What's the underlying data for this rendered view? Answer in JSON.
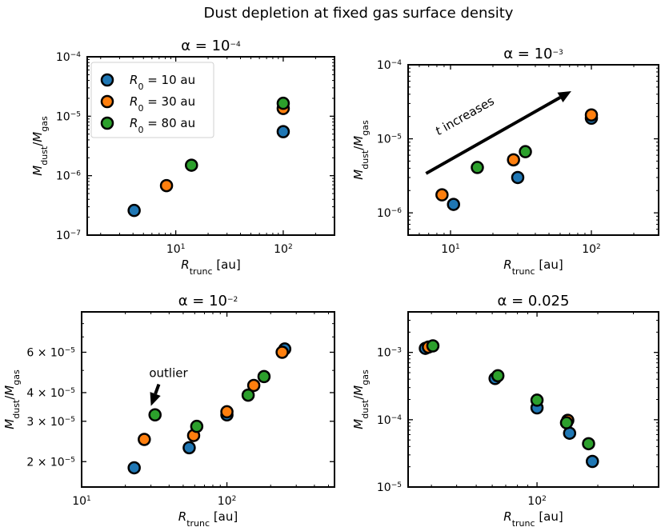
{
  "suptitle": "Dust depletion at fixed gas surface density",
  "legend": {
    "entries": [
      {
        "base": "R",
        "sub": "0",
        "rest": " = 10 au",
        "color": "#1f77b4"
      },
      {
        "base": "R",
        "sub": "0",
        "rest": " = 30 au",
        "color": "#ff7f0e"
      },
      {
        "base": "R",
        "sub": "0",
        "rest": " = 80 au",
        "color": "#2ca02c"
      }
    ]
  },
  "colors": {
    "blue": "#1f77b4",
    "orange": "#ff7f0e",
    "green": "#2ca02c"
  },
  "chart_data": [
    {
      "type": "scatter",
      "title": {
        "main": "α = 10",
        "sup": "−4"
      },
      "xlabel": {
        "base": "R",
        "sub": "trunc",
        "rest": " [au]"
      },
      "ylabel": {
        "base": "M",
        "sub": "dust",
        "mid": "/M",
        "sub2": "gas"
      },
      "xscale": "log",
      "yscale": "log",
      "xlim": [
        1.5,
        300
      ],
      "ylim": [
        1e-07,
        0.0001
      ],
      "xticks": [
        {
          "v": 10,
          "b": "10",
          "e": "1"
        },
        {
          "v": 100,
          "b": "10",
          "e": "2"
        }
      ],
      "yticks": [
        {
          "v": 1e-07,
          "b": "10",
          "e": "−7"
        },
        {
          "v": 1e-06,
          "b": "10",
          "e": "−6"
        },
        {
          "v": 1e-05,
          "b": "10",
          "e": "−5"
        },
        {
          "v": 0.0001,
          "b": "10",
          "e": "−4"
        }
      ],
      "legend_position": "upper-left",
      "series": [
        {
          "name": "R0 = 10 au",
          "color": "#1f77b4",
          "points": [
            [
              4.1,
              2.6e-07
            ],
            [
              100,
              5.5e-06
            ]
          ]
        },
        {
          "name": "R0 = 30 au",
          "color": "#ff7f0e",
          "points": [
            [
              8.2,
              6.8e-07
            ],
            [
              100,
              1.35e-05
            ]
          ]
        },
        {
          "name": "R0 = 80 au",
          "color": "#2ca02c",
          "points": [
            [
              14,
              1.5e-06
            ],
            [
              100,
              1.65e-05
            ]
          ]
        }
      ],
      "annotations": []
    },
    {
      "type": "scatter",
      "title": {
        "main": "α = 10",
        "sup": "−3"
      },
      "xlabel": {
        "base": "R",
        "sub": "trunc",
        "rest": " [au]"
      },
      "ylabel": {
        "base": "M",
        "sub": "dust",
        "mid": "/M",
        "sub2": "gas"
      },
      "xscale": "log",
      "yscale": "log",
      "xlim": [
        5,
        300
      ],
      "ylim": [
        5e-07,
        0.0001
      ],
      "xticks": [
        {
          "v": 10,
          "b": "10",
          "e": "1"
        },
        {
          "v": 100,
          "b": "10",
          "e": "2"
        }
      ],
      "yticks": [
        {
          "v": 1e-06,
          "b": "10",
          "e": "−6"
        },
        {
          "v": 1e-05,
          "b": "10",
          "e": "−5"
        },
        {
          "v": 0.0001,
          "b": "10",
          "e": "−4"
        }
      ],
      "series": [
        {
          "name": "R0 = 10 au",
          "color": "#1f77b4",
          "points": [
            [
              10.5,
              1.3e-06
            ],
            [
              30,
              3e-06
            ],
            [
              100,
              1.9e-05
            ]
          ]
        },
        {
          "name": "R0 = 30 au",
          "color": "#ff7f0e",
          "points": [
            [
              8.7,
              1.75e-06
            ],
            [
              28,
              5.2e-06
            ],
            [
              100,
              2.1e-05
            ]
          ]
        },
        {
          "name": "R0 = 80 au",
          "color": "#2ca02c",
          "points": [
            [
              15.5,
              4.1e-06
            ],
            [
              34,
              6.7e-06
            ]
          ]
        }
      ],
      "annotations": [
        {
          "kind": "arrow",
          "text": "t increases",
          "from": [
            6.7,
            3.4e-06
          ],
          "to": [
            72,
            4.4e-05
          ]
        }
      ]
    },
    {
      "type": "scatter",
      "title": {
        "main": "α = 10",
        "sup": "−2"
      },
      "xlabel": {
        "base": "R",
        "sub": "trunc",
        "rest": " [au]"
      },
      "ylabel": {
        "base": "M",
        "sub": "dust",
        "mid": "/M",
        "sub2": "gas"
      },
      "xscale": "log",
      "yscale": "log",
      "xlim": [
        10,
        550
      ],
      "ylim": [
        1.55e-05,
        9e-05
      ],
      "xticks": [
        {
          "v": 10,
          "b": "10",
          "e": "1"
        },
        {
          "v": 100,
          "b": "10",
          "e": "2"
        }
      ],
      "yticks": [
        {
          "v": 2e-05,
          "b": "2 × 10",
          "e": "−5"
        },
        {
          "v": 3e-05,
          "b": "3 × 10",
          "e": "−5"
        },
        {
          "v": 4e-05,
          "b": "4 × 10",
          "e": "−5"
        },
        {
          "v": 6e-05,
          "b": "6 × 10",
          "e": "−5"
        }
      ],
      "series": [
        {
          "name": "R0 = 10 au",
          "color": "#1f77b4",
          "points": [
            [
              23,
              1.88e-05
            ],
            [
              55,
              2.3e-05
            ],
            [
              100,
              3.2e-05
            ],
            [
              250,
              6.2e-05
            ]
          ]
        },
        {
          "name": "R0 = 30 au",
          "color": "#ff7f0e",
          "points": [
            [
              27,
              2.5e-05
            ],
            [
              59,
              2.6e-05
            ],
            [
              100,
              3.3e-05
            ],
            [
              153,
              4.3e-05
            ],
            [
              240,
              6e-05
            ]
          ]
        },
        {
          "name": "R0 = 80 au",
          "color": "#2ca02c",
          "points": [
            [
              32,
              3.2e-05
            ],
            [
              62,
              2.85e-05
            ],
            [
              140,
              3.9e-05
            ],
            [
              180,
              4.7e-05
            ]
          ]
        }
      ],
      "annotations": [
        {
          "kind": "arrow",
          "text": "outlier",
          "from": [
            34,
            4.35e-05
          ],
          "to": [
            30,
            3.5e-05
          ]
        }
      ]
    },
    {
      "type": "scatter",
      "title": {
        "main": "α = 0.025",
        "sup": ""
      },
      "xlabel": {
        "base": "R",
        "sub": "trunc",
        "rest": " [au]"
      },
      "ylabel": {
        "base": "M",
        "sub": "dust",
        "mid": "/M",
        "sub2": "gas"
      },
      "xscale": "log",
      "yscale": "log",
      "xlim": [
        23,
        400
      ],
      "ylim": [
        1e-05,
        0.004
      ],
      "xticks": [
        {
          "v": 100,
          "b": "10",
          "e": "2"
        }
      ],
      "yticks": [
        {
          "v": 1e-05,
          "b": "10",
          "e": "−5"
        },
        {
          "v": 0.0001,
          "b": "10",
          "e": "−4"
        },
        {
          "v": 0.001,
          "b": "10",
          "e": "−3"
        }
      ],
      "series": [
        {
          "name": "R0 = 10 au",
          "color": "#1f77b4",
          "points": [
            [
              28,
              0.00115
            ],
            [
              62,
              0.00041
            ],
            [
              100,
              0.00015
            ],
            [
              145,
              6.3e-05
            ],
            [
              188,
              2.4e-05
            ]
          ]
        },
        {
          "name": "R0 = 30 au",
          "color": "#ff7f0e",
          "points": [
            [
              29,
              0.0012
            ],
            [
              142,
              9.8e-05
            ]
          ]
        },
        {
          "name": "R0 = 80 au",
          "color": "#2ca02c",
          "points": [
            [
              30.5,
              0.00125
            ],
            [
              64,
              0.00045
            ],
            [
              100,
              0.000195
            ],
            [
              140,
              9e-05
            ],
            [
              180,
              4.4e-05
            ]
          ]
        }
      ],
      "annotations": []
    }
  ]
}
